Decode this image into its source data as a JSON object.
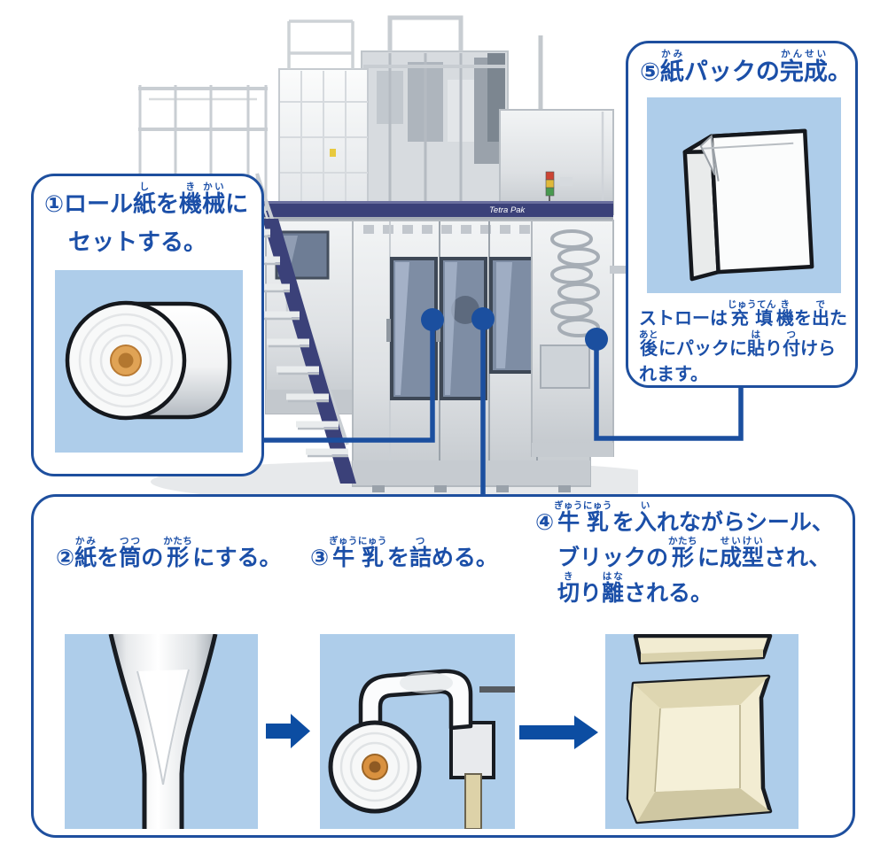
{
  "colors": {
    "accent_border": "#1e4f9e",
    "text_blue": "#1b4fa8",
    "panel_light_blue": "#aecdea",
    "arrow_blue": "#0c4da2",
    "machine_band_navy": "#3b4179",
    "carton_cream": "#f2ecd2",
    "roll_core_orange": "#dc9a4c"
  },
  "machine": {
    "brand": "Tetra Pak"
  },
  "callout_roll": {
    "lines": [
      [
        {
          "t": "①ロール"
        },
        {
          "t": "紙",
          "r": "し"
        },
        {
          "t": "を"
        },
        {
          "t": "機",
          "r": "き"
        },
        {
          "t": "械",
          "r": "かい"
        },
        {
          "t": "に"
        }
      ],
      [
        {
          "t": "セットする。"
        }
      ]
    ]
  },
  "callout_pack": {
    "title": [
      {
        "t": "⑤"
      },
      {
        "t": "紙",
        "r": "かみ"
      },
      {
        "t": "パックの"
      },
      {
        "t": "完成",
        "r": "かんせい"
      },
      {
        "t": "。"
      }
    ],
    "note": [
      [
        {
          "t": "ストローは"
        },
        {
          "t": "充填",
          "r": "じゅうてん"
        },
        {
          "t": "機",
          "r": "き"
        },
        {
          "t": "を"
        },
        {
          "t": "出",
          "r": "で"
        },
        {
          "t": "た"
        }
      ],
      [
        {
          "t": "後",
          "r": "あと"
        },
        {
          "t": "にパックに"
        },
        {
          "t": "貼",
          "r": "は"
        },
        {
          "t": "り"
        },
        {
          "t": "付",
          "r": "つ"
        },
        {
          "t": "けら"
        }
      ],
      [
        {
          "t": "れます。"
        }
      ]
    ]
  },
  "process": {
    "step2": {
      "lines": [
        [
          {
            "t": "②"
          },
          {
            "t": "紙",
            "r": "かみ"
          },
          {
            "t": "を"
          },
          {
            "t": "筒",
            "r": "つつ"
          },
          {
            "t": "の"
          },
          {
            "t": "形",
            "r": "かたち"
          },
          {
            "t": "にする。"
          }
        ]
      ]
    },
    "step3": {
      "lines": [
        [
          {
            "t": "③"
          },
          {
            "t": "牛乳",
            "r": "ぎゅうにゅう"
          },
          {
            "t": "を"
          },
          {
            "t": "詰",
            "r": "つ"
          },
          {
            "t": "める。"
          }
        ]
      ]
    },
    "step4": {
      "lines": [
        [
          {
            "t": "④"
          },
          {
            "t": "牛乳",
            "r": "ぎゅうにゅう"
          },
          {
            "t": "を"
          },
          {
            "t": "入",
            "r": "い"
          },
          {
            "t": "れながらシール、"
          }
        ],
        [
          {
            "t": "ブリックの"
          },
          {
            "t": "形",
            "r": "かたち"
          },
          {
            "t": "に"
          },
          {
            "t": "成型",
            "r": "せいけい"
          },
          {
            "t": "され、"
          }
        ],
        [
          {
            "t": "切",
            "r": "き"
          },
          {
            "t": "り"
          },
          {
            "t": "離",
            "r": "はな"
          },
          {
            "t": "される。"
          }
        ]
      ]
    }
  }
}
